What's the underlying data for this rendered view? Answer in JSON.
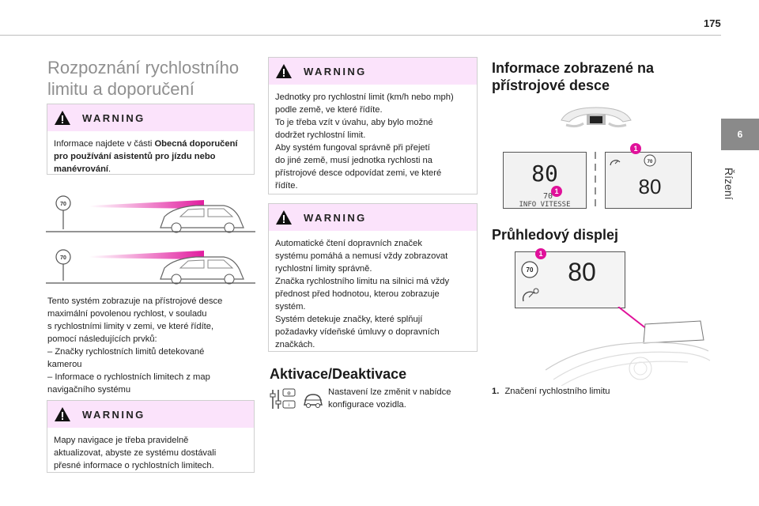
{
  "page": {
    "number": "175"
  },
  "side_tab": {
    "chapter": "6",
    "title": "Řízení"
  },
  "col1": {
    "title_line1": "Rozpoznání rychlostního",
    "title_line2": "limitu a doporučení",
    "warning1": {
      "title": "WARNING",
      "text_a": "Informace najdete v části ",
      "text_bold": "Obecná doporučení pro používání asistentů pro jízdu nebo manévrování",
      "text_b": "."
    },
    "sign_value": "70",
    "body_lines": [
      "Tento systém zobrazuje na přístrojové desce",
      "maximální povolenou rychlost, v souladu",
      "s rychlostními limity v zemi, ve které řídíte,",
      "pomocí následujících prvků:",
      "– Značky rychlostních limitů detekované",
      "kamerou",
      "– Informace o rychlostních limitech z map",
      "navigačního systému"
    ],
    "warning2": {
      "title": "WARNING",
      "lines": [
        "Mapy navigace je třeba pravidelně",
        "aktualizovat, abyste ze systému dostávali",
        "přesné informace o rychlostních limitech."
      ]
    }
  },
  "col2": {
    "warning3": {
      "title": "WARNING",
      "lines": [
        "Jednotky pro rychlostní limit (km/h nebo mph)",
        "podle země, ve které řídíte.",
        "To je třeba vzít v úvahu, aby bylo možné",
        "dodržet rychlostní limit.",
        "Aby systém fungoval správně při přejetí",
        "do jiné země, musí jednotka rychlosti na",
        "přístrojové desce odpovídat zemi, ve které",
        "řídíte."
      ]
    },
    "warning4": {
      "title": "WARNING",
      "lines": [
        "Automatické čtení dopravních značek",
        "systému pomáhá a nemusí vždy zobrazovat",
        "rychlostní limity správně.",
        "Značka rychlostního limitu na silnici má vždy",
        "přednost před hodnotou, kterou zobrazuje",
        "systém.",
        "Systém detekuje značky, které splňují",
        "požadavky vídeňské úmluvy o dopravních",
        "značkách."
      ]
    },
    "activation": {
      "heading": "Aktivace/Deaktivace",
      "text_line1": "Nastavení lze změnit v nabídce",
      "text_line2": "konfigurace vozidla."
    }
  },
  "col3": {
    "heading1_line1": "Informace zobrazené na",
    "heading1_line2": "přístrojové desce",
    "cluster_left": {
      "speed": "80",
      "small_value": "70",
      "label": "INFO VITESSE",
      "marker": "1"
    },
    "cluster_right": {
      "speed": "80",
      "sign": "70",
      "marker": "1"
    },
    "heading2": "Průhledový displej",
    "hud": {
      "speed": "80",
      "sign": "70",
      "marker": "1"
    },
    "caption": {
      "number": "1.",
      "text": "Značení rychlostního limitu"
    }
  },
  "colors": {
    "accent_pink": "#e0119a",
    "warning_head_bg": "#fbe3fb",
    "side_tab_bg": "#8a8a8a"
  }
}
